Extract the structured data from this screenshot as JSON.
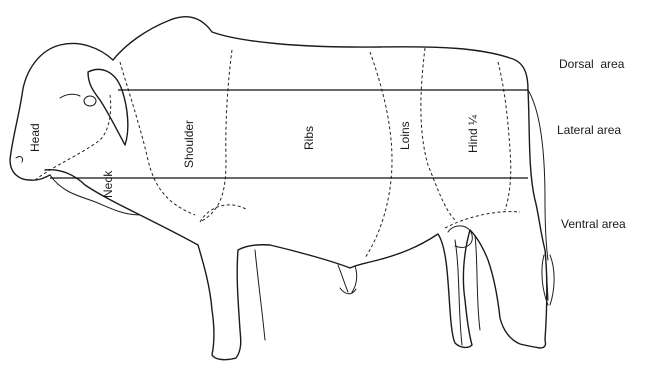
{
  "regions": {
    "head": "Head",
    "neck": "Neck",
    "shoulder": "Shoulder",
    "ribs": "Ribs",
    "loins": "Loins",
    "hind": "Hind ¼"
  },
  "areas": {
    "dorsal": "Dorsal  area",
    "lateral": "Lateral area",
    "ventral": "Ventral area"
  },
  "colors": {
    "line": "#1b1b1b",
    "background": "#ffffff"
  }
}
